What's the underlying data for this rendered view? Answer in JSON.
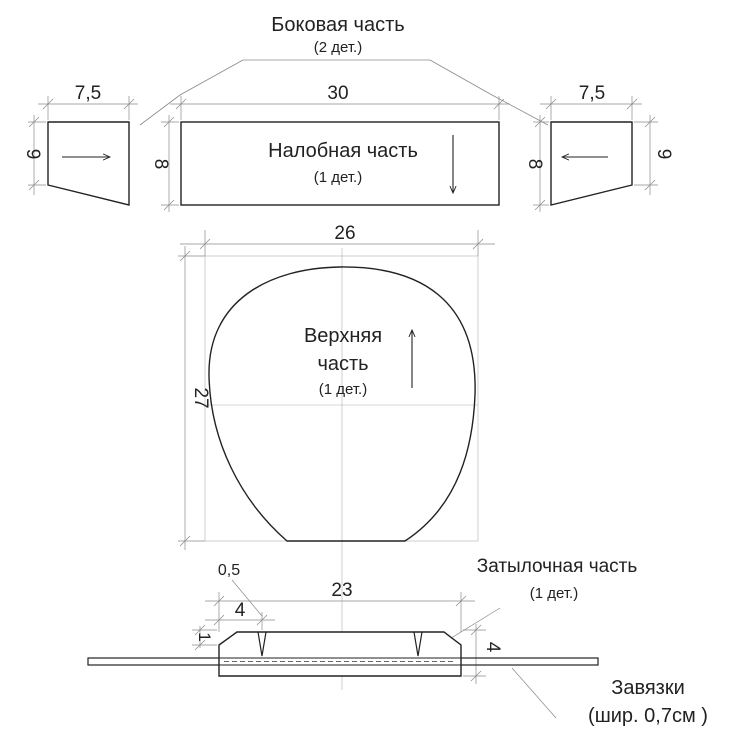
{
  "colors": {
    "outline": "#222222",
    "dimension": "#8a8a8a",
    "background": "#ffffff",
    "text": "#222222"
  },
  "side_piece": {
    "title": "Боковая часть",
    "count": "(2 дет.)",
    "width": "7,5",
    "height": "9",
    "inner_height": "8"
  },
  "front_piece": {
    "title": "Налобная часть",
    "count": "(1 дет.)",
    "width": "30"
  },
  "top_piece": {
    "title_line1": "Верхняя",
    "title_line2": "часть",
    "count": "(1 дет.)",
    "width": "26",
    "height": "27"
  },
  "back_piece": {
    "title": "Затылочная часть",
    "count": "(1 дет.)",
    "width": "23",
    "dart_offset": "4",
    "dart_width": "0,5",
    "dart_depth": "1",
    "height": "4"
  },
  "ties": {
    "title": "Завязки",
    "width_note": "(шир. 0,7см )"
  },
  "icons": [
    "arrow-right-icon",
    "arrow-left-icon",
    "arrow-down-icon",
    "arrow-up-icon"
  ]
}
